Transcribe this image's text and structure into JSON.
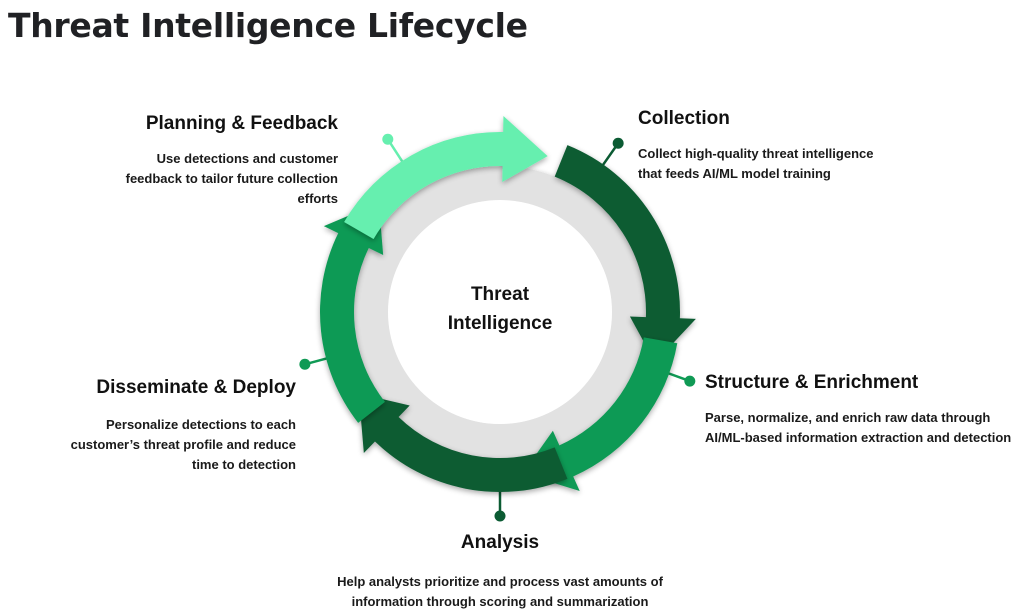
{
  "title": "Threat Intelligence Lifecycle",
  "center_label": [
    "Threat",
    "Intelligence"
  ],
  "colors": {
    "light": "#66efaf",
    "medium": "#109a55",
    "dark": "#0b5b33",
    "grey_ring": "#e2e2e2",
    "text": "#111111"
  },
  "stages": [
    {
      "id": "collection",
      "name": "Collection",
      "description_lines": [
        "Collect high-quality threat intelligence",
        "that feeds AI/ML model training"
      ],
      "color": "dark"
    },
    {
      "id": "structure",
      "name": "Structure & Enrichment",
      "description_lines": [
        "Parse, normalize, and enrich raw data through",
        "AI/ML-based information extraction and detection"
      ],
      "color": "medium"
    },
    {
      "id": "analysis",
      "name": "Analysis",
      "description_lines": [
        "Help analysts prioritize and process vast amounts of",
        "information through scoring and summarization"
      ],
      "color": "dark"
    },
    {
      "id": "disseminate",
      "name": "Disseminate & Deploy",
      "description_lines": [
        "Personalize detections to each",
        "customer’s threat profile and reduce",
        "time to detection"
      ],
      "color": "medium"
    },
    {
      "id": "planning",
      "name": "Planning & Feedback",
      "description_lines": [
        "Use detections and customer",
        "feedback to tailor future collection",
        "efforts"
      ],
      "color": "light"
    }
  ]
}
